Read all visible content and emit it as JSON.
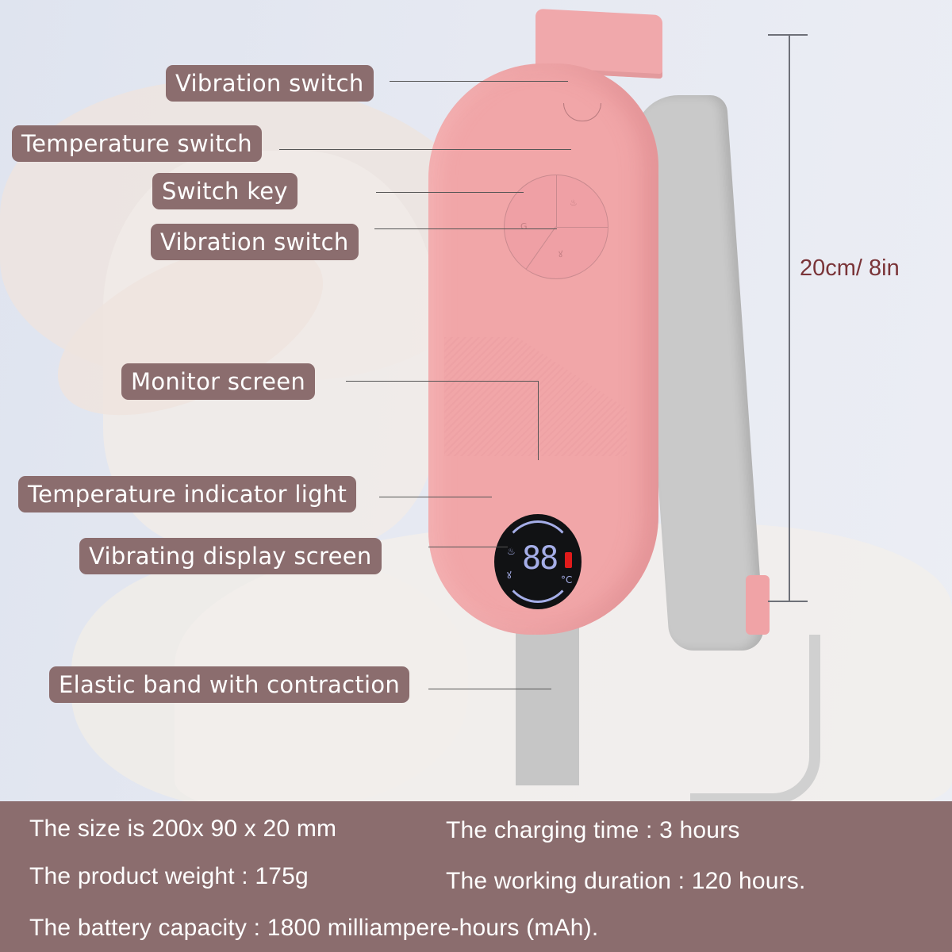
{
  "callouts": [
    {
      "id": "vibration-switch-top",
      "label": "Vibration switch"
    },
    {
      "id": "temperature-switch",
      "label": "Temperature switch"
    },
    {
      "id": "switch-key",
      "label": "Switch key"
    },
    {
      "id": "vibration-switch",
      "label": "Vibration switch"
    },
    {
      "id": "monitor-screen",
      "label": "Monitor screen"
    },
    {
      "id": "temperature-indicator-light",
      "label": "Temperature indicator light"
    },
    {
      "id": "vibrating-display-screen",
      "label": "Vibrating display screen"
    },
    {
      "id": "elastic-band",
      "label": "Elastic band with contraction"
    }
  ],
  "dimension": {
    "label": "20cm/ 8in"
  },
  "display": {
    "digits": "88",
    "unit": "°C",
    "battery_color": "#e01b1b",
    "segment_color": "#a5aee8"
  },
  "buttons": {
    "power_glyph": "G",
    "heat_glyph": "♨",
    "vibration_glyph": "ꙋ"
  },
  "specs": {
    "size": "The size is 200x 90 x 20 mm",
    "charging": "The charging time : 3 hours",
    "weight": "The product weight : 175g",
    "duration": "The working duration : 120 hours.",
    "battery": "The battery capacity : 1800 milliampere-hours (mAh)."
  },
  "colors": {
    "label_bg": "#8b6d6e",
    "device_pink": "#f1a6a8",
    "strap_gray": "#c9c9c9",
    "dimension_text": "#7a3438"
  }
}
